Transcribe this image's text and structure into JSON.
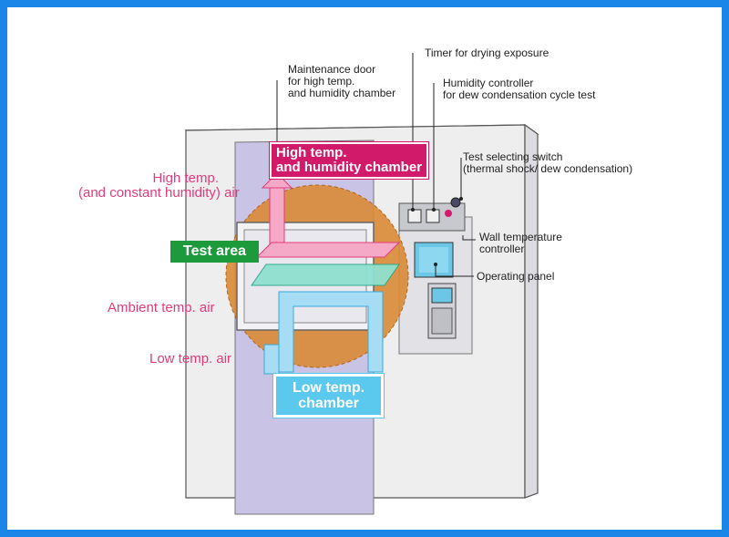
{
  "colors": {
    "frame": "#1a86e8",
    "magenta": "#d21a6a",
    "green": "#1c9a3c",
    "cyan": "#5bc8ee",
    "pink_text": "#e43a7c",
    "cabinet": "#eeeeef",
    "orange": "#d98a35",
    "lavender": "#c9c3e6"
  },
  "labels": {
    "maintenance_door": [
      "Maintenance door",
      "for high temp.",
      "and humidity chamber"
    ],
    "timer": "Timer for drying exposure",
    "humidity_controller": [
      "Humidity controller",
      "for dew condensation cycle test"
    ],
    "test_switch": [
      "Test selecting switch",
      "(thermal shock/ dew condensation)"
    ],
    "wall_temp": [
      "Wall temperature",
      "controller"
    ],
    "operating_panel": "Operating panel"
  },
  "chambers": {
    "high": [
      "High temp.",
      "and humidity chamber"
    ],
    "test_area": "Test area",
    "low": [
      "Low temp.",
      "chamber"
    ]
  },
  "airflows": {
    "high": [
      "High temp.",
      "(and constant humidity) air"
    ],
    "ambient": "Ambient temp. air",
    "low": "Low temp. air"
  }
}
